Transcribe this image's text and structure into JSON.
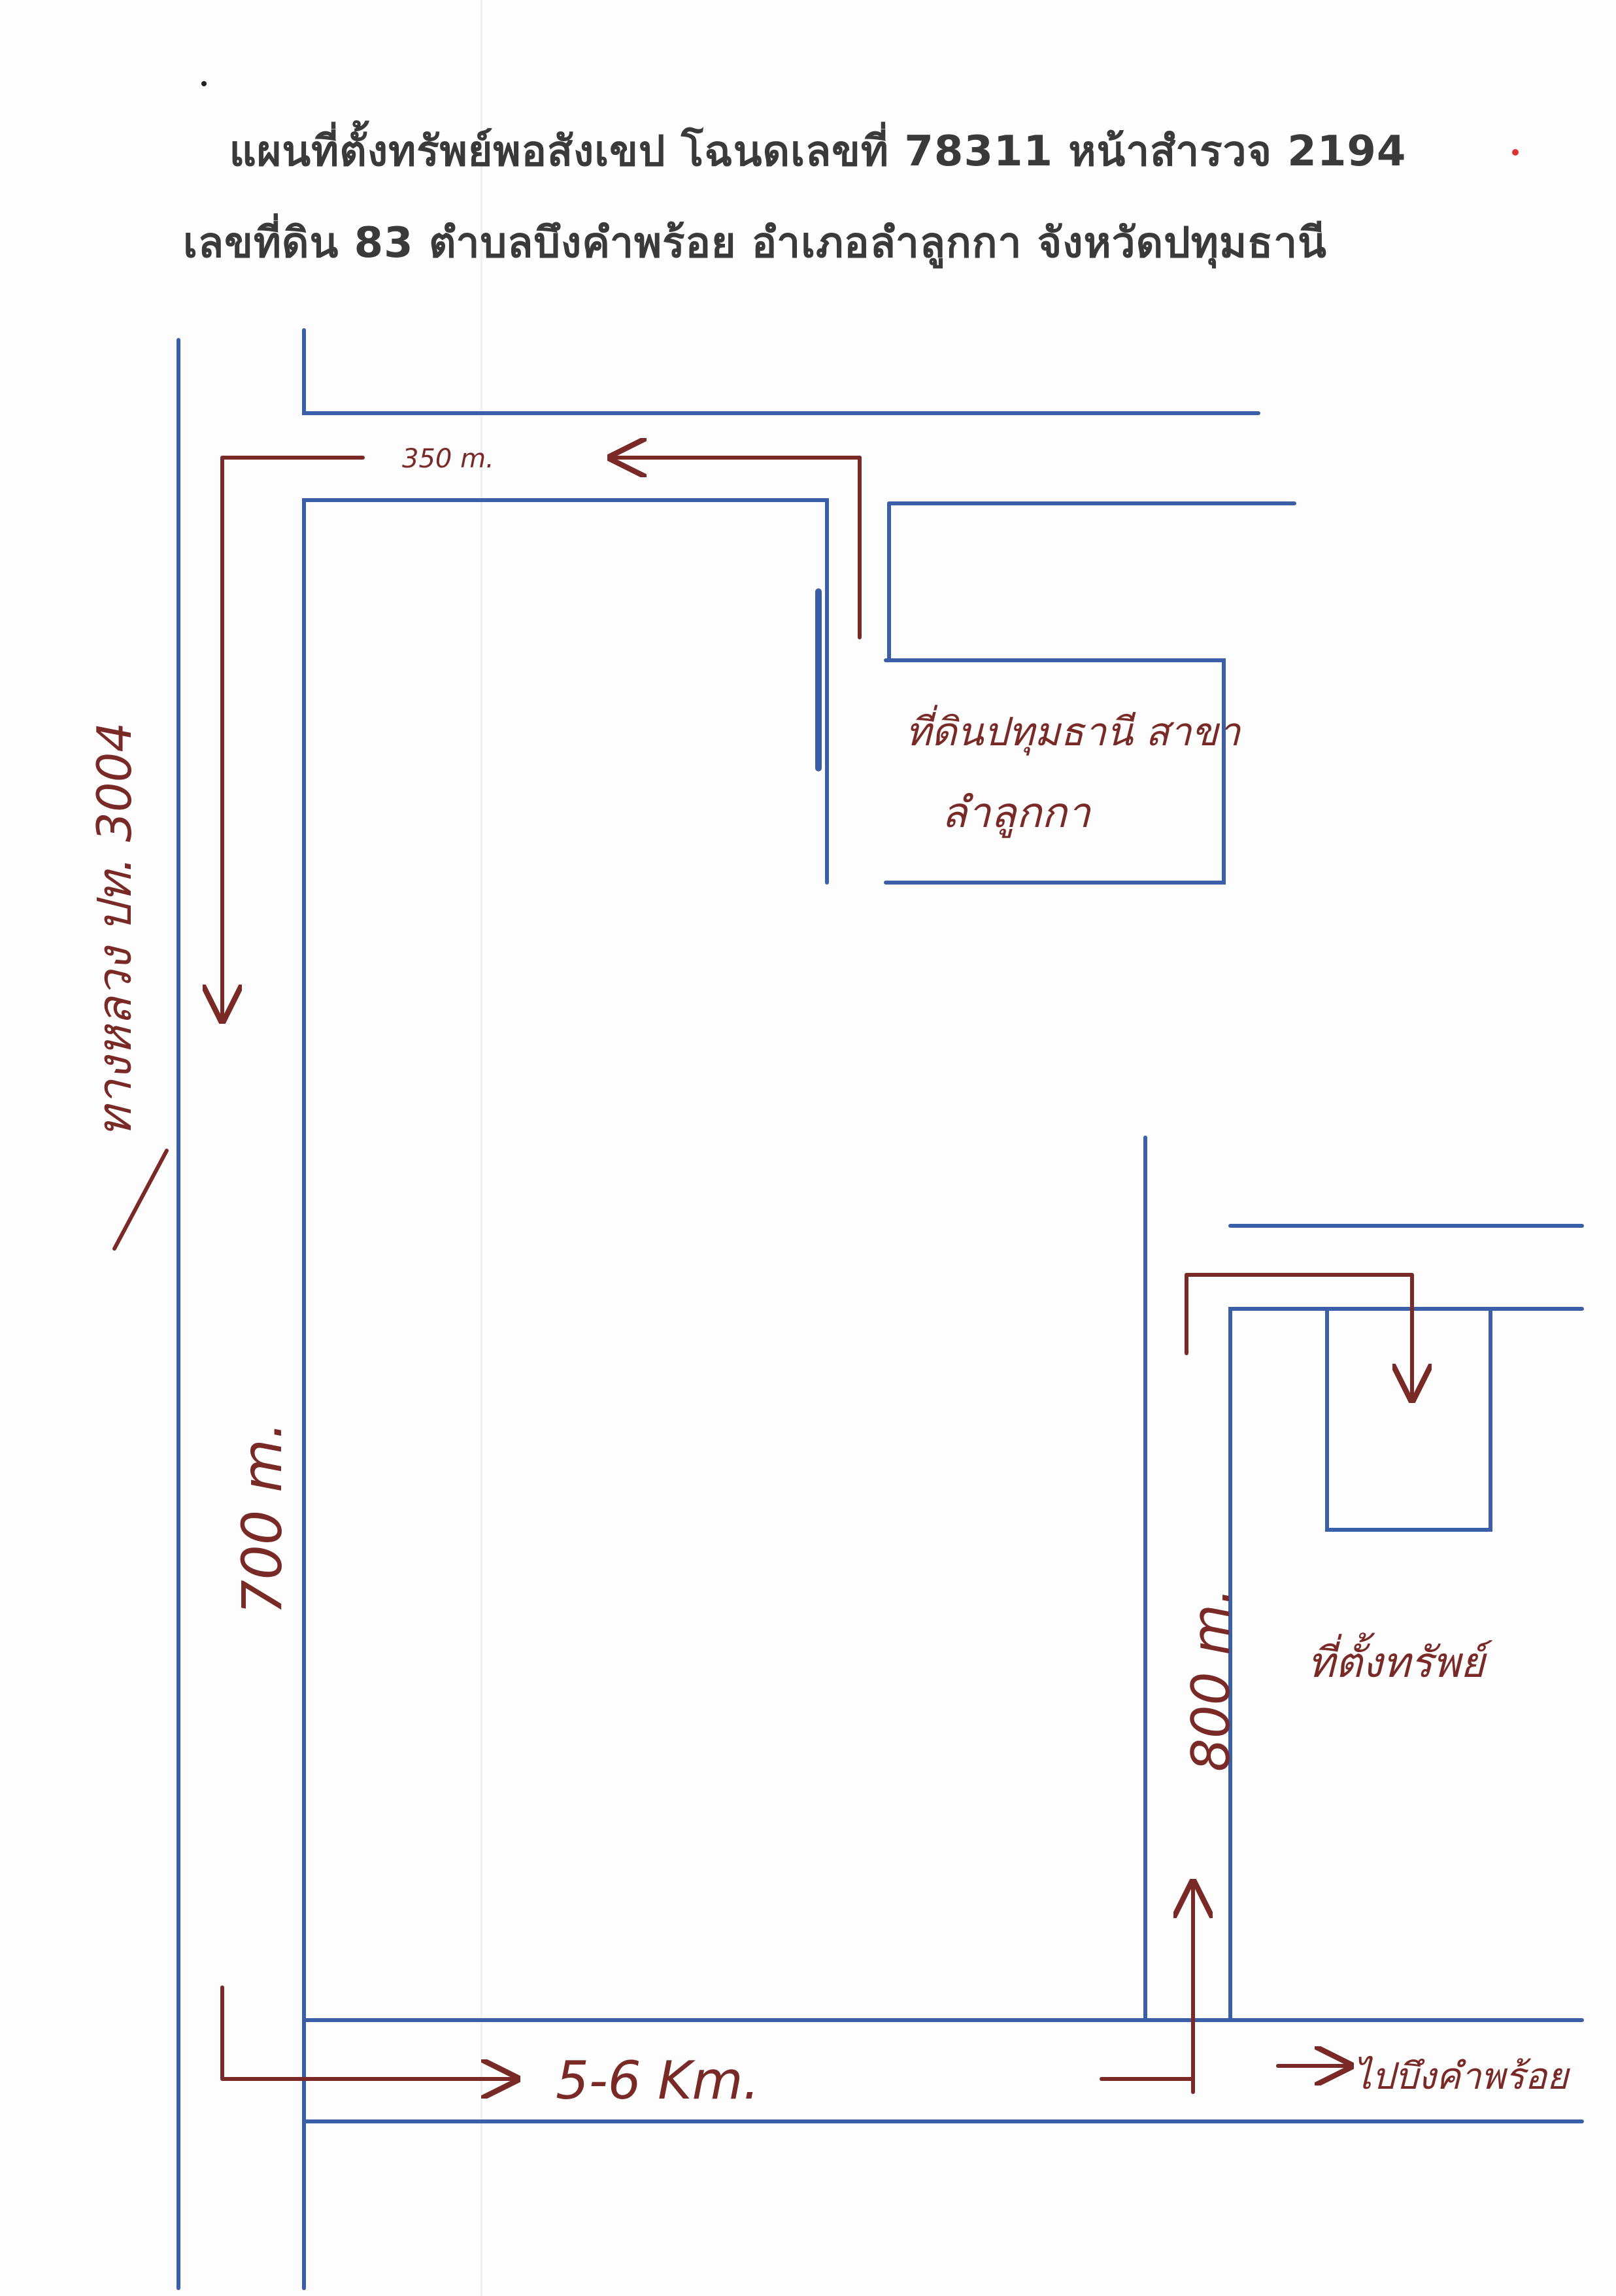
{
  "header": {
    "line1": "แผนที่ตั้งทรัพย์พอสังเขป โฉนดเลขที่ 78311 หน้าสำรวจ 2194",
    "line2": "เลขที่ดิน 83 ตำบลบึงคำพร้อย  อำเภอลำลูกกา   จังหวัดปทุมธานี"
  },
  "map": {
    "road_label": "ทางหลวง ปท. 3004",
    "land_office_label_1": "ที่ดินปทุมธานี สาขา",
    "land_office_label_2": "ลำลูกกา",
    "property_label": "ที่ตั้งทรัพย์",
    "bottom_label": "ไปบึงคำพร้อย",
    "dist_350": "350 m.",
    "dist_700": "700 m.",
    "dist_800": "800 m.",
    "dist_km": "5-6 Km.",
    "road_color": "#3a5fa8",
    "route_color": "#7a2a26"
  }
}
